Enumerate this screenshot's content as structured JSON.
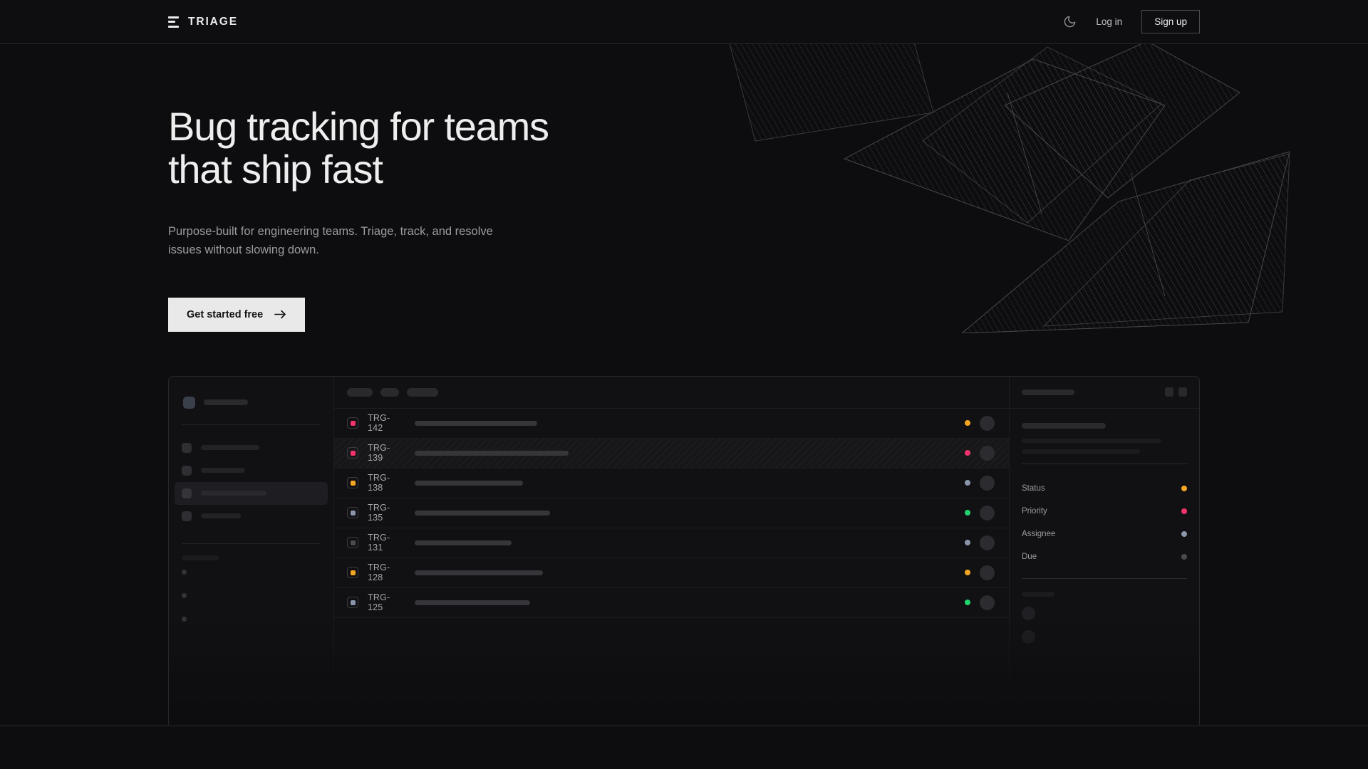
{
  "header": {
    "brand": "TRIAGE",
    "brand_icon": "triage-bars-icon",
    "theme_toggle_icon": "moon-icon",
    "login_label": "Log in",
    "signup_label": "Sign up"
  },
  "hero": {
    "title_line1": "Bug tracking for teams",
    "title_line2": "that ship fast",
    "subtitle": "Purpose-built for engineering teams. Triage, track, and resolve issues without slowing down.",
    "cta_label": "Get started free",
    "cta_icon": "arrow-right-icon"
  },
  "colors": {
    "amber": "#f5a623",
    "pink": "#f4336d",
    "slate": "#8b96ab",
    "green": "#22d46b",
    "grey": "#4a4a50",
    "background": "#0d0d0f",
    "border": "#27272b",
    "cta_background": "#e9e9e9"
  },
  "mockup": {
    "sidebar": {
      "workspace_width": 62,
      "nav_items": [
        {
          "label_width": 82,
          "active": false
        },
        {
          "label_width": 62,
          "active": false
        },
        {
          "label_width": 92,
          "active": true
        },
        {
          "label_width": 56,
          "active": false
        }
      ],
      "section_label_width": 52,
      "mini_items": 3
    },
    "toolbar": {
      "chips": [
        36,
        26,
        44
      ]
    },
    "issues": [
      {
        "id": "TRG-142",
        "priority": "pink",
        "status": "amber",
        "title_width": 172,
        "selected": false
      },
      {
        "id": "TRG-139",
        "priority": "pink",
        "status": "pink",
        "title_width": 216,
        "selected": true
      },
      {
        "id": "TRG-138",
        "priority": "amber",
        "status": "slate",
        "title_width": 152,
        "selected": false
      },
      {
        "id": "TRG-135",
        "priority": "slate",
        "status": "green",
        "title_width": 190,
        "selected": false
      },
      {
        "id": "TRG-131",
        "priority": "grey",
        "status": "slate",
        "title_width": 136,
        "selected": false
      },
      {
        "id": "TRG-128",
        "priority": "amber",
        "status": "amber",
        "title_width": 180,
        "selected": false
      },
      {
        "id": "TRG-125",
        "priority": "slate",
        "status": "green",
        "title_width": 162,
        "selected": false
      }
    ],
    "detail": {
      "header_bar_width": 74,
      "action_buttons": 2,
      "title_width": 118,
      "body_lines": [
        196,
        166
      ],
      "meta": [
        {
          "label": "Status",
          "color": "amber"
        },
        {
          "label": "Priority",
          "color": "pink"
        },
        {
          "label": "Assignee",
          "color": "slate"
        },
        {
          "label": "Due",
          "color": "grey"
        }
      ],
      "footer_label_width": 46,
      "avatars": 2
    }
  }
}
